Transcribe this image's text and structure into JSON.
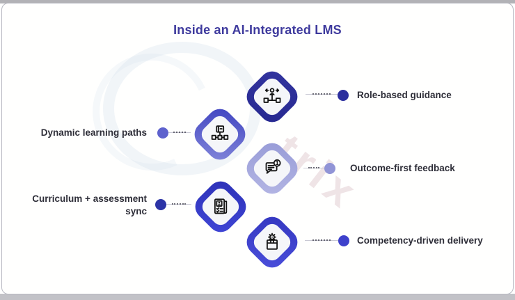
{
  "title": "Inside an AI-Integrated LMS",
  "watermark": {
    "text": "trix"
  },
  "items": [
    {
      "label": "Role-based guidance",
      "icon": "role-routing-icon",
      "side": "right",
      "accent": "#2c2f9e"
    },
    {
      "label": "Dynamic learning paths",
      "icon": "learning-network-icon",
      "side": "left",
      "accent": "#5e62cd"
    },
    {
      "label": "Outcome-first feedback",
      "icon": "feedback-chat-icon",
      "side": "right",
      "accent": "#9194d6"
    },
    {
      "label": "Curriculum + assessment sync",
      "icon": "assessment-doc-icon",
      "side": "left",
      "accent": "#2c34a6"
    },
    {
      "label": "Competency-driven delivery",
      "icon": "delivery-box-icon",
      "side": "right",
      "accent": "#3e41cb"
    }
  ],
  "colors": {
    "title_text": "#3e3a9d",
    "label_text": "#2e2e38",
    "diamond_dark_indigo": "#2b2d9b",
    "diamond_medium_blue": "#4a4ec8",
    "diamond_periwinkle": "#a3a6dc",
    "diamond_strong_blue": "#3239c6",
    "diamond_indigo_blue": "#3f43cf",
    "icon_stroke": "#141414",
    "card_border": "#b8b9c2"
  }
}
